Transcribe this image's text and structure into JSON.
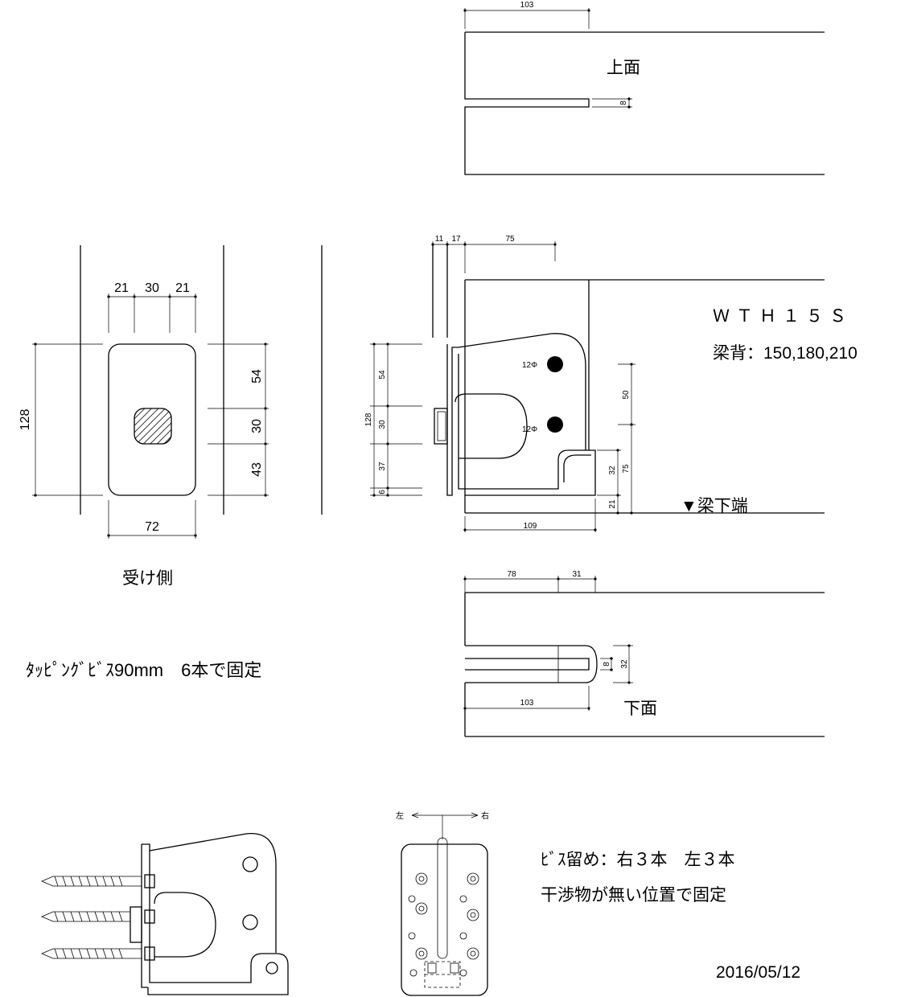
{
  "labels": {
    "top_view": "上面",
    "bottom_view": "下面",
    "receiving_side": "受け側",
    "model": "ＷＴＨ１５Ｓ",
    "beam_height": "梁背：150,180,210",
    "beam_bottom": "▼梁下端",
    "screw_note": "ﾀｯﾋﾟﾝｸﾞﾋﾞｽ90mm　6本で固定",
    "screw_fix": "ﾋﾞｽ留め：右３本　左３本",
    "interference_note": "干渉物が無い位置で固定",
    "date": "2016/05/12",
    "left": "左",
    "right": "右",
    "hole_upper": "12Φ",
    "hole_lower": "12Φ"
  },
  "dims": {
    "top_slot_len": "103",
    "top_slot_w": "8",
    "rs_21a": "21",
    "rs_30": "30",
    "rs_21b": "21",
    "rs_128": "128",
    "rs_54": "54",
    "rs_30v": "30",
    "rs_43": "43",
    "rs_72": "72",
    "sv_11": "11",
    "sv_17": "17",
    "sv_75": "75",
    "sv_128": "128",
    "sv_54": "54",
    "sv_30": "30",
    "sv_37": "37",
    "sv_6": "6",
    "sv_50": "50",
    "sv_32": "32",
    "sv_75v": "75",
    "sv_21": "21",
    "sv_109": "109",
    "bv_78": "78",
    "bv_31": "31",
    "bv_8": "8",
    "bv_32": "32",
    "bv_103": "103"
  }
}
